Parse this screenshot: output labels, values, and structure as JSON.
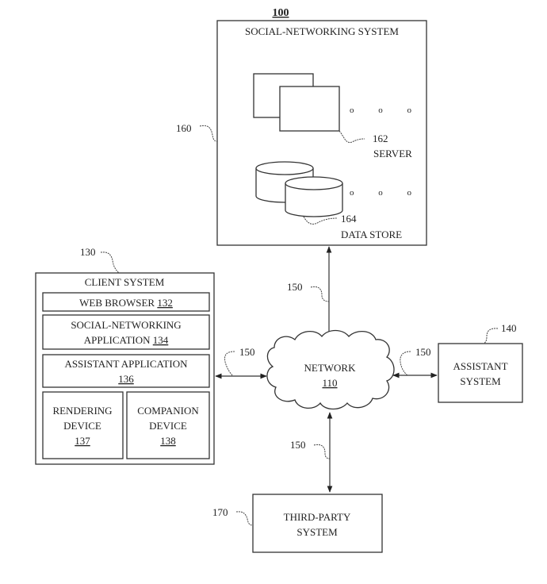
{
  "figure_number": "100",
  "social_networking_system": {
    "ref": "160",
    "title": "SOCIAL-NETWORKING SYSTEM",
    "server": {
      "ref": "162",
      "label": "SERVER"
    },
    "data_store": {
      "ref": "164",
      "label": "DATA STORE"
    },
    "ellipsis": "o o o"
  },
  "client_system": {
    "ref": "130",
    "title": "CLIENT SYSTEM",
    "web_browser": {
      "label": "WEB BROWSER",
      "ref": "132"
    },
    "social_app": {
      "line1": "SOCIAL-NETWORKING",
      "line2": "APPLICATION",
      "ref": "134"
    },
    "assistant_app": {
      "line1": "ASSISTANT APPLICATION",
      "ref": "136"
    },
    "rendering_device": {
      "line1": "RENDERING",
      "line2": "DEVICE",
      "ref": "137"
    },
    "companion_device": {
      "line1": "COMPANION",
      "line2": "DEVICE",
      "ref": "138"
    }
  },
  "network": {
    "label": "NETWORK",
    "ref": "110"
  },
  "assistant_system": {
    "ref": "140",
    "line1": "ASSISTANT",
    "line2": "SYSTEM"
  },
  "third_party_system": {
    "ref": "170",
    "line1": "THIRD-PARTY",
    "line2": "SYSTEM"
  },
  "links": {
    "ref": "150"
  }
}
